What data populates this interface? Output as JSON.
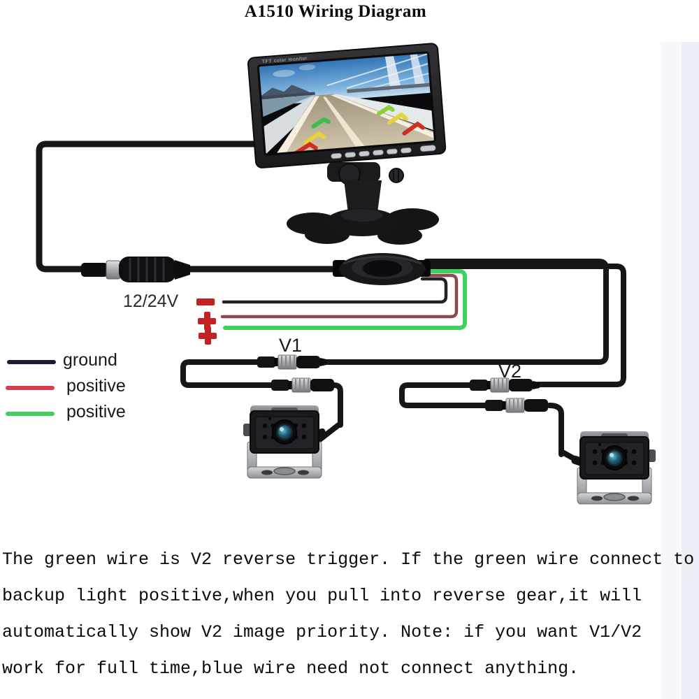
{
  "title": "A1510 Wiring Diagram",
  "monitor": {
    "bezel_label": "TFT color monitor"
  },
  "power": {
    "label": "12/24V"
  },
  "ports": {
    "v1": "V1",
    "v2": "V2"
  },
  "legend": {
    "items": [
      {
        "label": "ground",
        "color": "#1c1c30"
      },
      {
        "label": "positive",
        "color": "#d6404e"
      },
      {
        "label": "positive",
        "color": "#3ed160"
      }
    ]
  },
  "note_lines": [
    "The green wire is V2 reverse trigger. If the green wire connect to",
    "backup light positive,when you pull into reverse gear,it will",
    "automatically show V2 image priority. Note: if you want V1/V2",
    "work for full time,blue wire need not connect anything."
  ],
  "colors": {
    "trigger_green": "#3ed160",
    "wire_red": "#8a4a50",
    "ground_wire": "#17171a",
    "polarity_red": "#c32222"
  }
}
